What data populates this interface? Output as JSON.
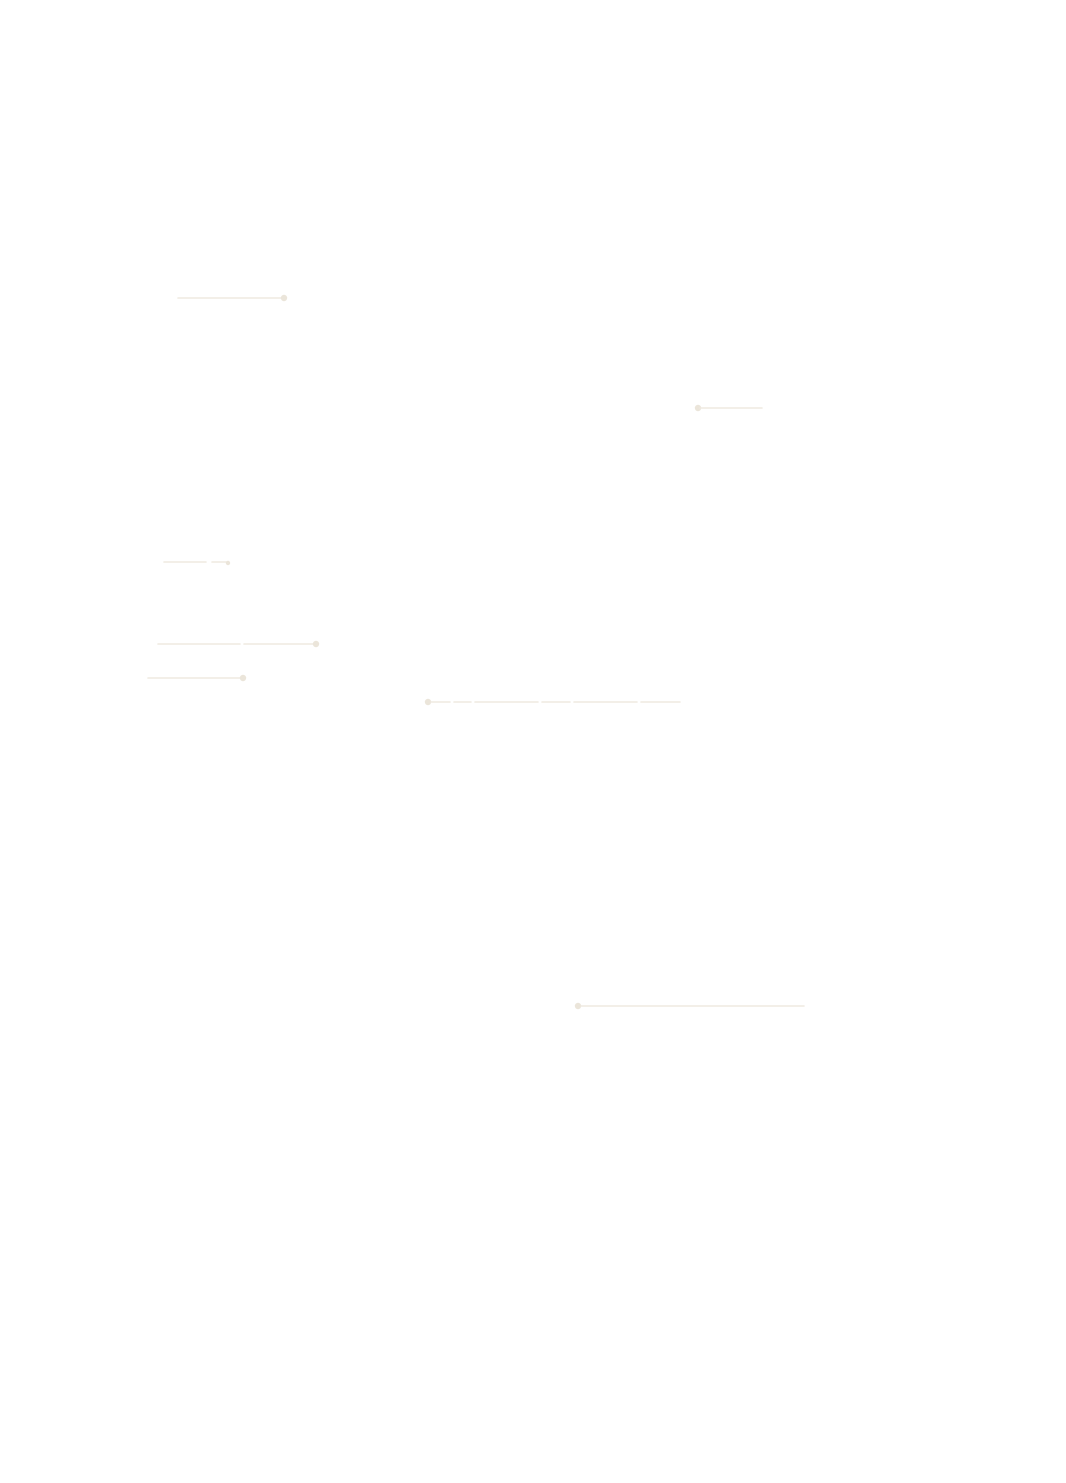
{
  "leader_color": "#efeae1",
  "dot_color": "#ebe5da",
  "callouts": [
    {
      "id": "callout-1",
      "dot_side": "right",
      "segments": 1
    },
    {
      "id": "callout-2",
      "dot_side": "left",
      "segments": 1
    },
    {
      "id": "callout-3",
      "dot_side": "right",
      "segments": 2
    },
    {
      "id": "callout-4",
      "dot_side": "right",
      "segments": 2
    },
    {
      "id": "callout-5",
      "dot_side": "right",
      "segments": 1
    },
    {
      "id": "callout-6",
      "dot_side": "left",
      "segments": 5
    },
    {
      "id": "callout-7",
      "dot_side": "left",
      "segments": 1
    }
  ]
}
